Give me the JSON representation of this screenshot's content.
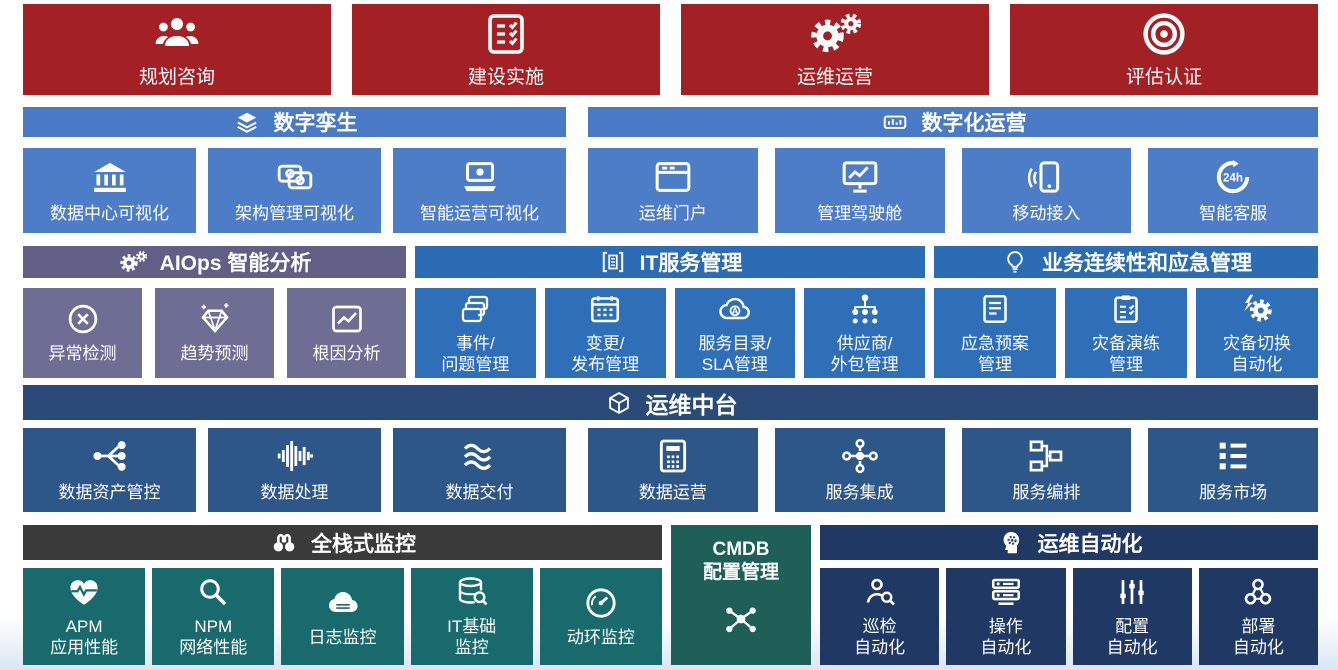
{
  "palette": {
    "red": "#a32125",
    "blue": "#4a7ac6",
    "purple": "#6e6d94",
    "medium_blue": "#2c6cb4",
    "navy_header": "#2a4a78",
    "steel_blue_card": "#2d5689",
    "dark_gray": "#3a3a3a",
    "teal": "#186a6d",
    "green_teal": "#1e5f58",
    "dark_navy": "#1f3864",
    "text": "#ffffff"
  },
  "lifecycle": {
    "items": [
      {
        "label": "规划咨询",
        "icon": "people-group-icon"
      },
      {
        "label": "建设实施",
        "icon": "checklist-icon"
      },
      {
        "label": "运维运营",
        "icon": "gears-icon"
      },
      {
        "label": "评估认证",
        "icon": "target-icon"
      }
    ]
  },
  "visualization": {
    "digital_twin_title": "数字孪生",
    "digital_ops_title": "数字化运营",
    "cards": [
      {
        "label": "数据中心可视化",
        "icon": "datacenter-icon"
      },
      {
        "label": "架构管理可视化",
        "icon": "architecture-cards-icon"
      },
      {
        "label": "智能运营可视化",
        "icon": "laptop-gear-icon"
      },
      {
        "label": "运维门户",
        "icon": "portal-window-icon"
      },
      {
        "label": "管理驾驶舱",
        "icon": "monitor-chart-icon"
      },
      {
        "label": "移动接入",
        "icon": "mobile-signal-icon"
      },
      {
        "label": "智能客服",
        "icon": "service-24h-icon"
      }
    ]
  },
  "aiops": {
    "title": "AIOps 智能分析",
    "cards": [
      {
        "label": "异常检测",
        "icon": "anomaly-circle-x-icon"
      },
      {
        "label": "趋势预测",
        "icon": "trend-gem-icon"
      },
      {
        "label": "根因分析",
        "icon": "root-cause-chart-icon"
      }
    ]
  },
  "itsm": {
    "title": "IT服务管理",
    "cards": [
      {
        "label": "事件/\n问题管理",
        "icon": "incident-cards-icon"
      },
      {
        "label": "变更/\n发布管理",
        "icon": "change-calendar-icon"
      },
      {
        "label": "服务目录/\nSLA管理",
        "icon": "catalog-cloud-icon"
      },
      {
        "label": "供应商/\n外包管理",
        "icon": "vendor-org-icon"
      }
    ]
  },
  "bcm": {
    "title": "业务连续性和应急管理",
    "cards": [
      {
        "label": "应急预案\n管理",
        "icon": "plan-document-icon"
      },
      {
        "label": "灾备演练\n管理",
        "icon": "drill-clipboard-icon"
      },
      {
        "label": "灾备切换\n自动化",
        "icon": "failover-gear-bolt-icon"
      }
    ]
  },
  "middle_platform": {
    "title": "运维中台",
    "cards": [
      {
        "label": "数据资产管控",
        "icon": "data-asset-share-icon"
      },
      {
        "label": "数据处理",
        "icon": "data-waveform-icon"
      },
      {
        "label": "数据交付",
        "icon": "data-waves-icon"
      },
      {
        "label": "数据运营",
        "icon": "data-calculator-icon"
      },
      {
        "label": "服务集成",
        "icon": "integration-nodes-icon"
      },
      {
        "label": "服务编排",
        "icon": "orchestration-flow-icon"
      },
      {
        "label": "服务市场",
        "icon": "marketplace-list-icon"
      }
    ]
  },
  "monitoring": {
    "title": "全栈式监控",
    "cards": [
      {
        "label": "APM\n应用性能",
        "icon": "apm-heart-pulse-icon"
      },
      {
        "label": "NPM\n网络性能",
        "icon": "npm-magnifier-icon"
      },
      {
        "label": "日志监控",
        "icon": "log-cloud-icon"
      },
      {
        "label": "IT基础\n监控",
        "icon": "infrastructure-database-icon"
      },
      {
        "label": "动环监控",
        "icon": "facility-gauge-icon"
      }
    ]
  },
  "cmdb": {
    "label": "CMDB\n配置管理",
    "icon": "cmdb-molecule-icon"
  },
  "automation": {
    "title": "运维自动化",
    "cards": [
      {
        "label": "巡检\n自动化",
        "icon": "inspection-icon"
      },
      {
        "label": "操作\n自动化",
        "icon": "operation-server-icon"
      },
      {
        "label": "配置\n自动化",
        "icon": "config-sliders-icon"
      },
      {
        "label": "部署\n自动化",
        "icon": "deploy-boxes-icon"
      }
    ]
  }
}
